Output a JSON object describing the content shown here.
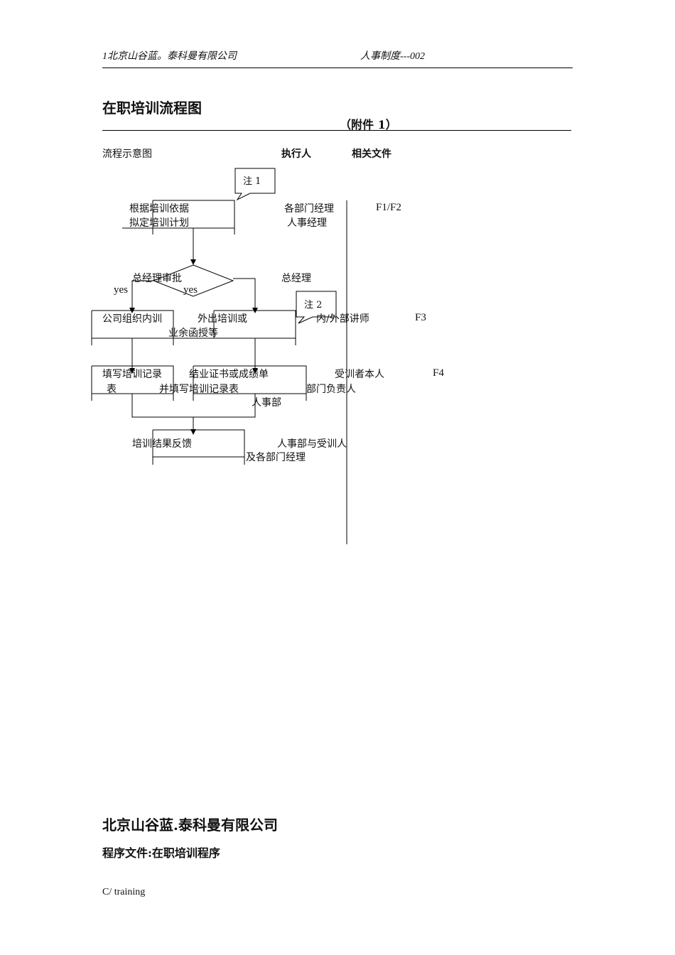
{
  "header": {
    "company": "1北京山谷蓝。泰科曼有限公司",
    "doc_no": "人事制度---002"
  },
  "title": "在职培训流程图",
  "attachment": "（附件 1）",
  "columns": {
    "flow": "流程示意图",
    "executor": "执行人",
    "docs": "相关文件"
  },
  "notes": {
    "note1": "注 1",
    "note2": "注 2"
  },
  "steps": {
    "plan_line1": "根据培训依据",
    "plan_line2": "拟定培训计划",
    "approve": "总经理审批",
    "yes_left": "yes",
    "yes_right": "yes",
    "internal": "公司组织内训",
    "external_line1": "外出培训或",
    "external_line2": "业余函授等",
    "record_line1": "填写培训记录",
    "record_line2": "表",
    "cert_line1": "结业证书或成绩单",
    "cert_line2": "并填写培训记录表",
    "feedback": "培训结果反馈"
  },
  "executors": {
    "e1_line1": "各部门经理",
    "e1_line2": "人事经理",
    "e2": "总经理",
    "e3": "内/外部讲师",
    "e4_line1": "受训者本人",
    "e4_line2": "部门负责人",
    "e4_line3": "人事部",
    "e5_line1": "人事部与受训人",
    "e5_line2": "及各部门经理"
  },
  "docs": {
    "d1": "F1/F2",
    "d3": "F3",
    "d4": "F4"
  },
  "footer": {
    "company": "北京山谷蓝.泰科曼有限公司",
    "program": "程序文件:在职培训程序",
    "path": "C/ training"
  }
}
